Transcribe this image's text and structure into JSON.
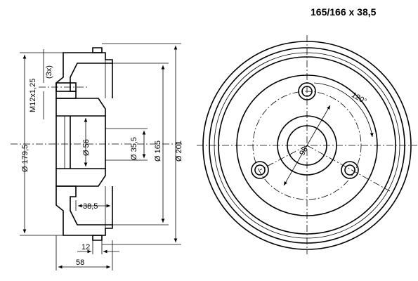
{
  "title": "165/166 x 38,5",
  "dimensions": {
    "thread": "M12x1,25",
    "thread_count": "(3x)",
    "d_outer_lip": "Ø 179,5",
    "d_hub": "Ø 56",
    "d_bore": "Ø 35,5",
    "d_drum": "Ø 165",
    "d_outer": "Ø 201",
    "width_inner": "38,5",
    "flange": "12",
    "width_total": "58",
    "pcd": "98",
    "angle": "120°"
  }
}
